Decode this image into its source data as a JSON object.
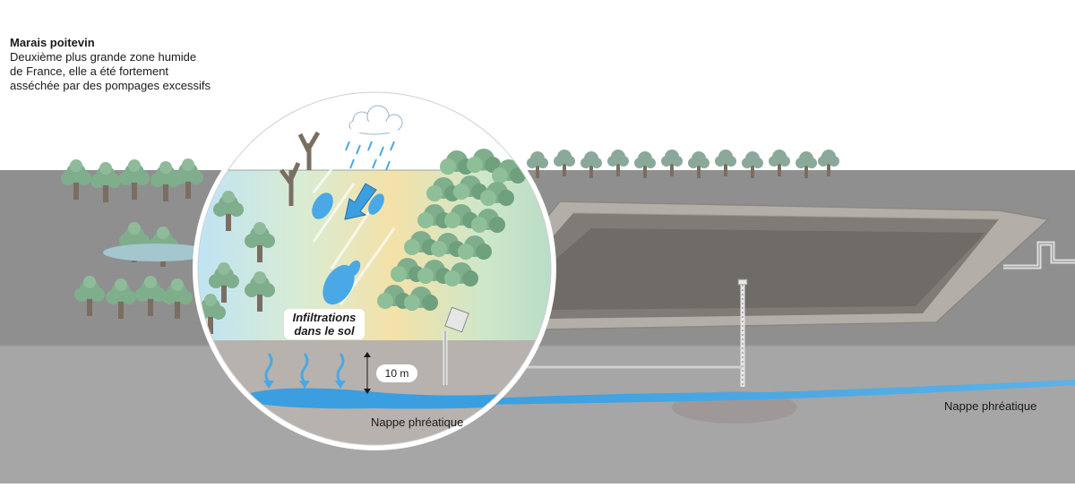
{
  "header": {
    "title": "Marais poitevin",
    "subtitle_lines": [
      "Deuxième plus grande zone humide",
      "de France, elle a été fortement",
      "asséchée par des pompages excessifs"
    ]
  },
  "labels": {
    "infiltration_line1": "Infiltrations",
    "infiltration_line2": "dans le sol",
    "depth": "10 m",
    "groundwater_left": "Nappe phréatique",
    "groundwater_right": "Nappe phréatique"
  },
  "colors": {
    "ground": "#8f8f8f",
    "underground": "#a4a4a4",
    "water": "#3b9ee0",
    "foliage": "#7fae8c",
    "foliage_light": "#a9cf9f",
    "trunk": "#7a6e62",
    "basin": "#6f6b67",
    "basin_rim": "#b3aea8"
  },
  "icons": [
    "cloud-icon",
    "rain-arrow-icon",
    "pump-icon",
    "pipe-icon",
    "well-icon"
  ]
}
